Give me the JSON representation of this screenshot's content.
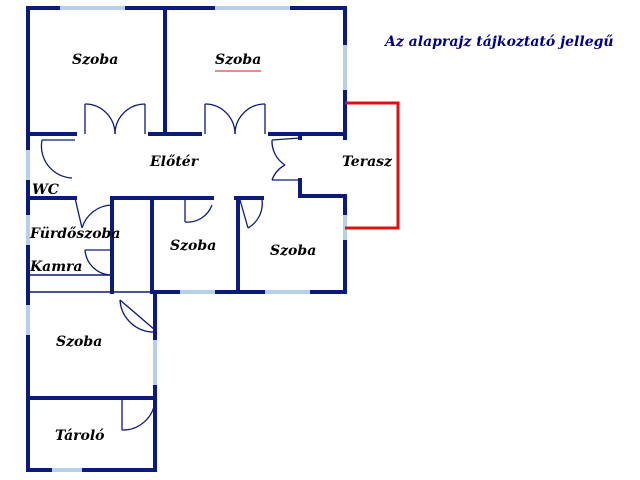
{
  "note": "Az alaprajz tájkoztató jellegű",
  "rooms": {
    "szoba_top_left": "Szoba",
    "szoba_top_right": "Szoba",
    "eloter": "Előtér",
    "terasz": "Terasz",
    "wc": "WC",
    "furdoszoba": "Fürdőszoba",
    "kamra": "Kamra",
    "szoba_mid": "Szoba",
    "szoba_mid_right": "Szoba",
    "szoba_lower_left": "Szoba",
    "tarolo": "Tároló"
  },
  "colors": {
    "wall": "#0c1a7a",
    "window": "#b8cfe8",
    "terrace_outline": "#e01010"
  }
}
